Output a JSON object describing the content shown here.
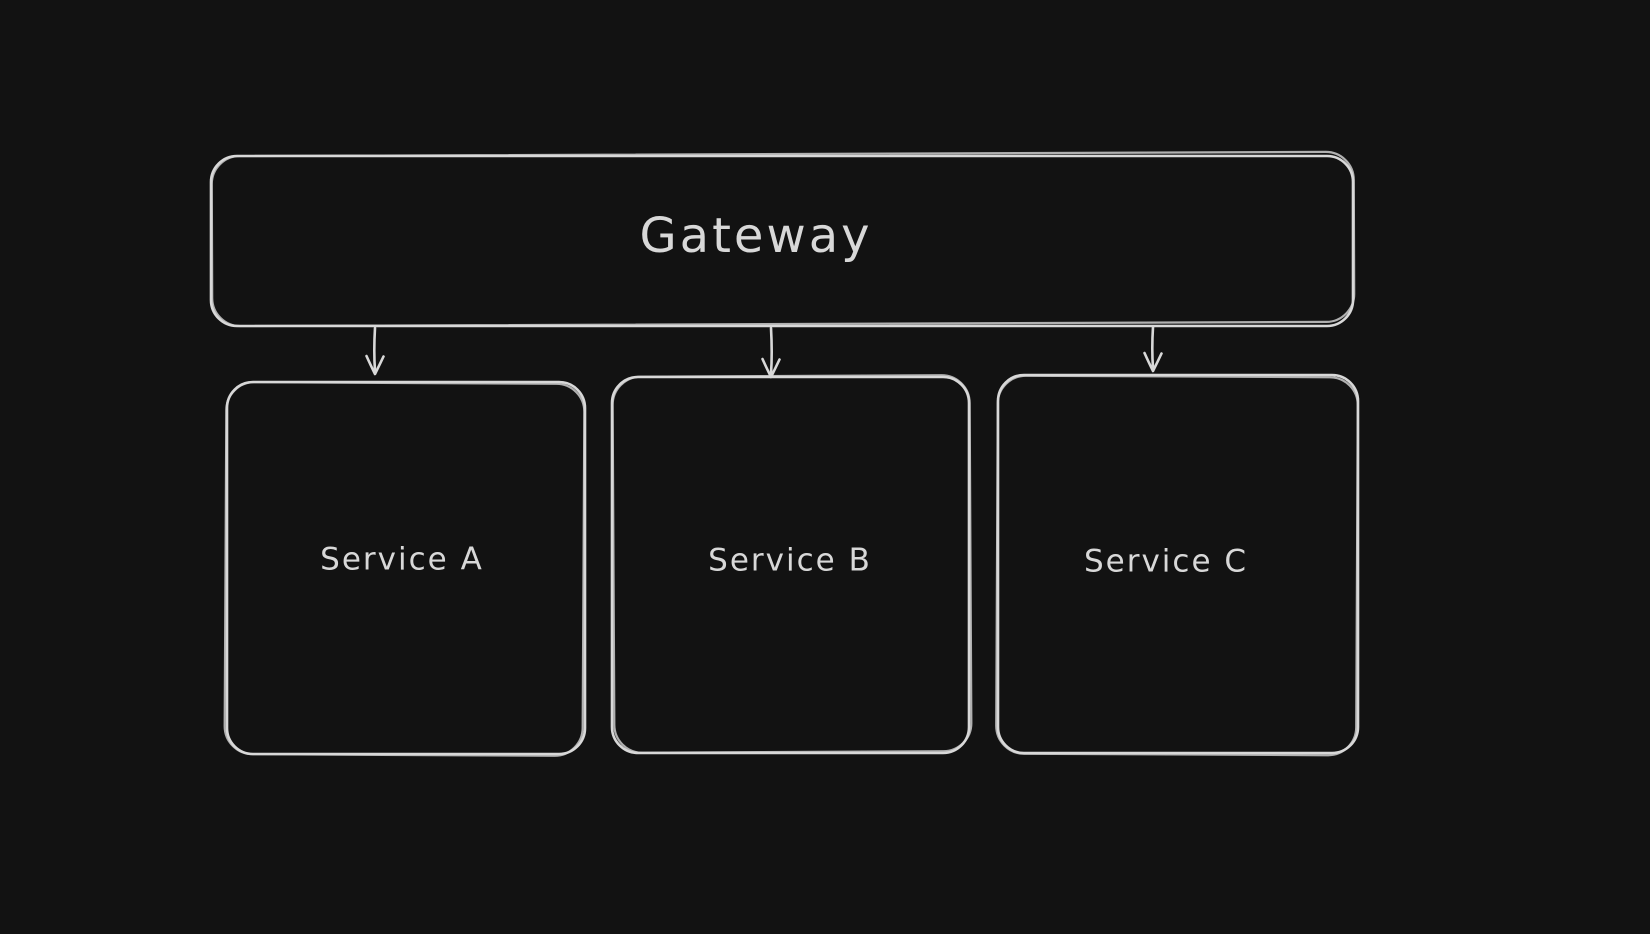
{
  "diagram": {
    "type": "flowchart",
    "style": "hand-drawn-sketch-dark",
    "colors": {
      "background": "#121212",
      "stroke": "#d8d8d8",
      "text": "#d8d8d8"
    },
    "nodes": {
      "gateway": {
        "label": "Gateway",
        "shape": "rounded-rectangle"
      },
      "service_a": {
        "label": "Service A",
        "shape": "rounded-rectangle"
      },
      "service_b": {
        "label": "Service B",
        "shape": "rounded-rectangle"
      },
      "service_c": {
        "label": "Service C",
        "shape": "rounded-rectangle"
      }
    },
    "edges": [
      {
        "from": "Gateway",
        "to": "Service A",
        "style": "arrow-down"
      },
      {
        "from": "Gateway",
        "to": "Service B",
        "style": "arrow-down"
      },
      {
        "from": "Gateway",
        "to": "Service C",
        "style": "arrow-down"
      }
    ]
  }
}
